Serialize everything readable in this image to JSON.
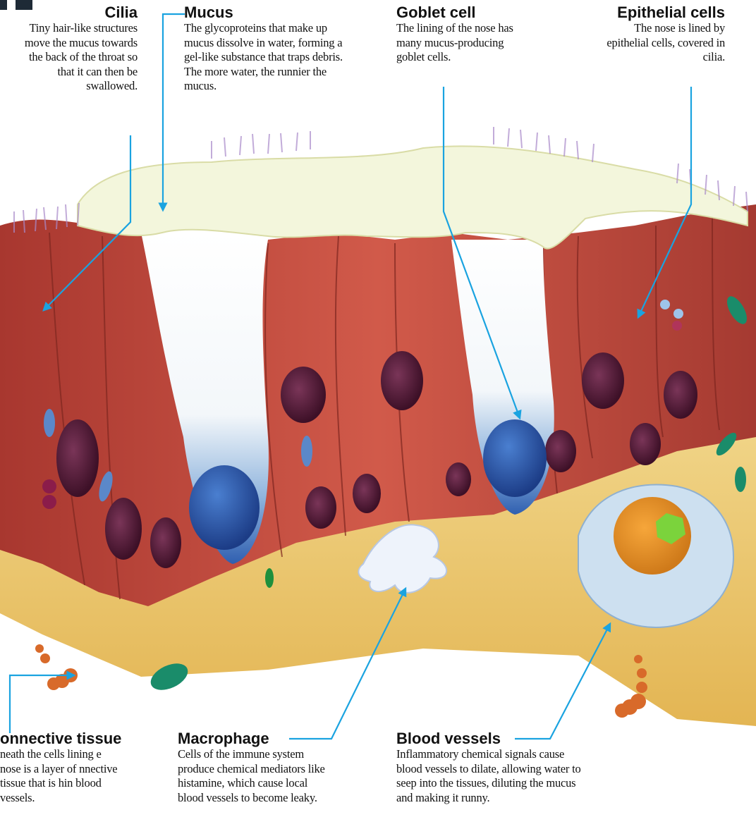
{
  "labels": {
    "cilia": {
      "title": "Cilia",
      "body": "Tiny hair-like structures move the mucus towards the back of the throat so that it can then be swallowed."
    },
    "mucus": {
      "title": "Mucus",
      "body": "The glycoproteins that make up mucus dissolve in water, forming a gel-like substance that traps debris. The more water, the runnier the mucus."
    },
    "goblet_cell": {
      "title": "Goblet cell",
      "body": "The lining of the nose has many mucus-producing goblet cells."
    },
    "epithelial_cells": {
      "title": "Epithelial cells",
      "body": "The nose is lined by epithelial cells, covered in cilia."
    },
    "connective_tissue": {
      "title": "onnective tissue",
      "body": "neath the cells lining e nose is a layer of nnective tissue that is hin blood vessels."
    },
    "macrophage": {
      "title": "Macrophage",
      "body": "Cells of the immune system produce chemical mediators like histamine, which cause local blood vessels to become leaky."
    },
    "blood_vessels": {
      "title": "Blood vessels",
      "body": "Inflammatory chemical signals cause blood vessels to dilate, allowing water to seep into the tissues, diluting the mucus and making it runny."
    }
  },
  "colors": {
    "leader": "#1aa3e0",
    "cell_red": "#c0463c",
    "nucleus": "#5a1e3a",
    "goblet_blue": "#2f5fb0",
    "mucus": "#f3f6dc",
    "tissue": "#e9c46a",
    "corner": "#1e2a36"
  }
}
